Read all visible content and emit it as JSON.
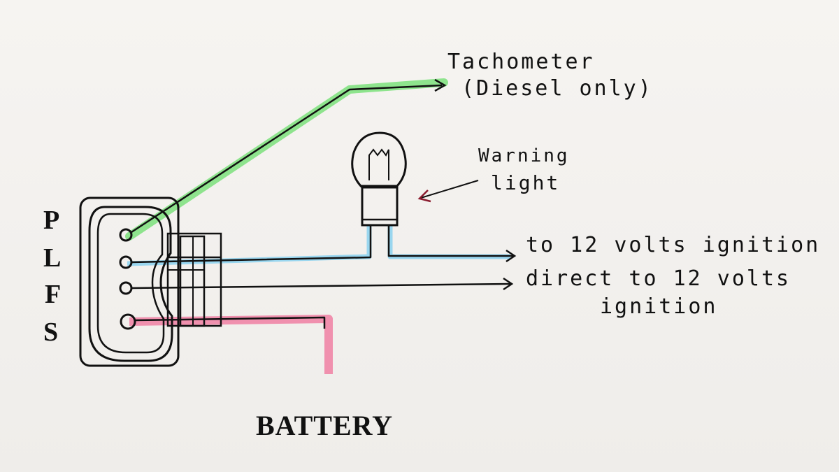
{
  "pins": [
    {
      "letter": "P"
    },
    {
      "letter": "L"
    },
    {
      "letter": "F"
    },
    {
      "letter": "S"
    }
  ],
  "labels": {
    "tachometer": "Tachometer",
    "tachometer_note": "(Diesel only)",
    "warning_line1": "Warning",
    "warning_line2": "light",
    "ignition": "to 12 volts ignition",
    "direct_line1": "direct to 12 volts",
    "direct_line2": "ignition",
    "battery": "BATTERY"
  },
  "colors": {
    "tach_wire_highlight": "#7be07b",
    "lamp_wire_highlight": "#8fd3ee",
    "battery_wire_highlight": "#f07fa3",
    "ink": "#111111"
  }
}
